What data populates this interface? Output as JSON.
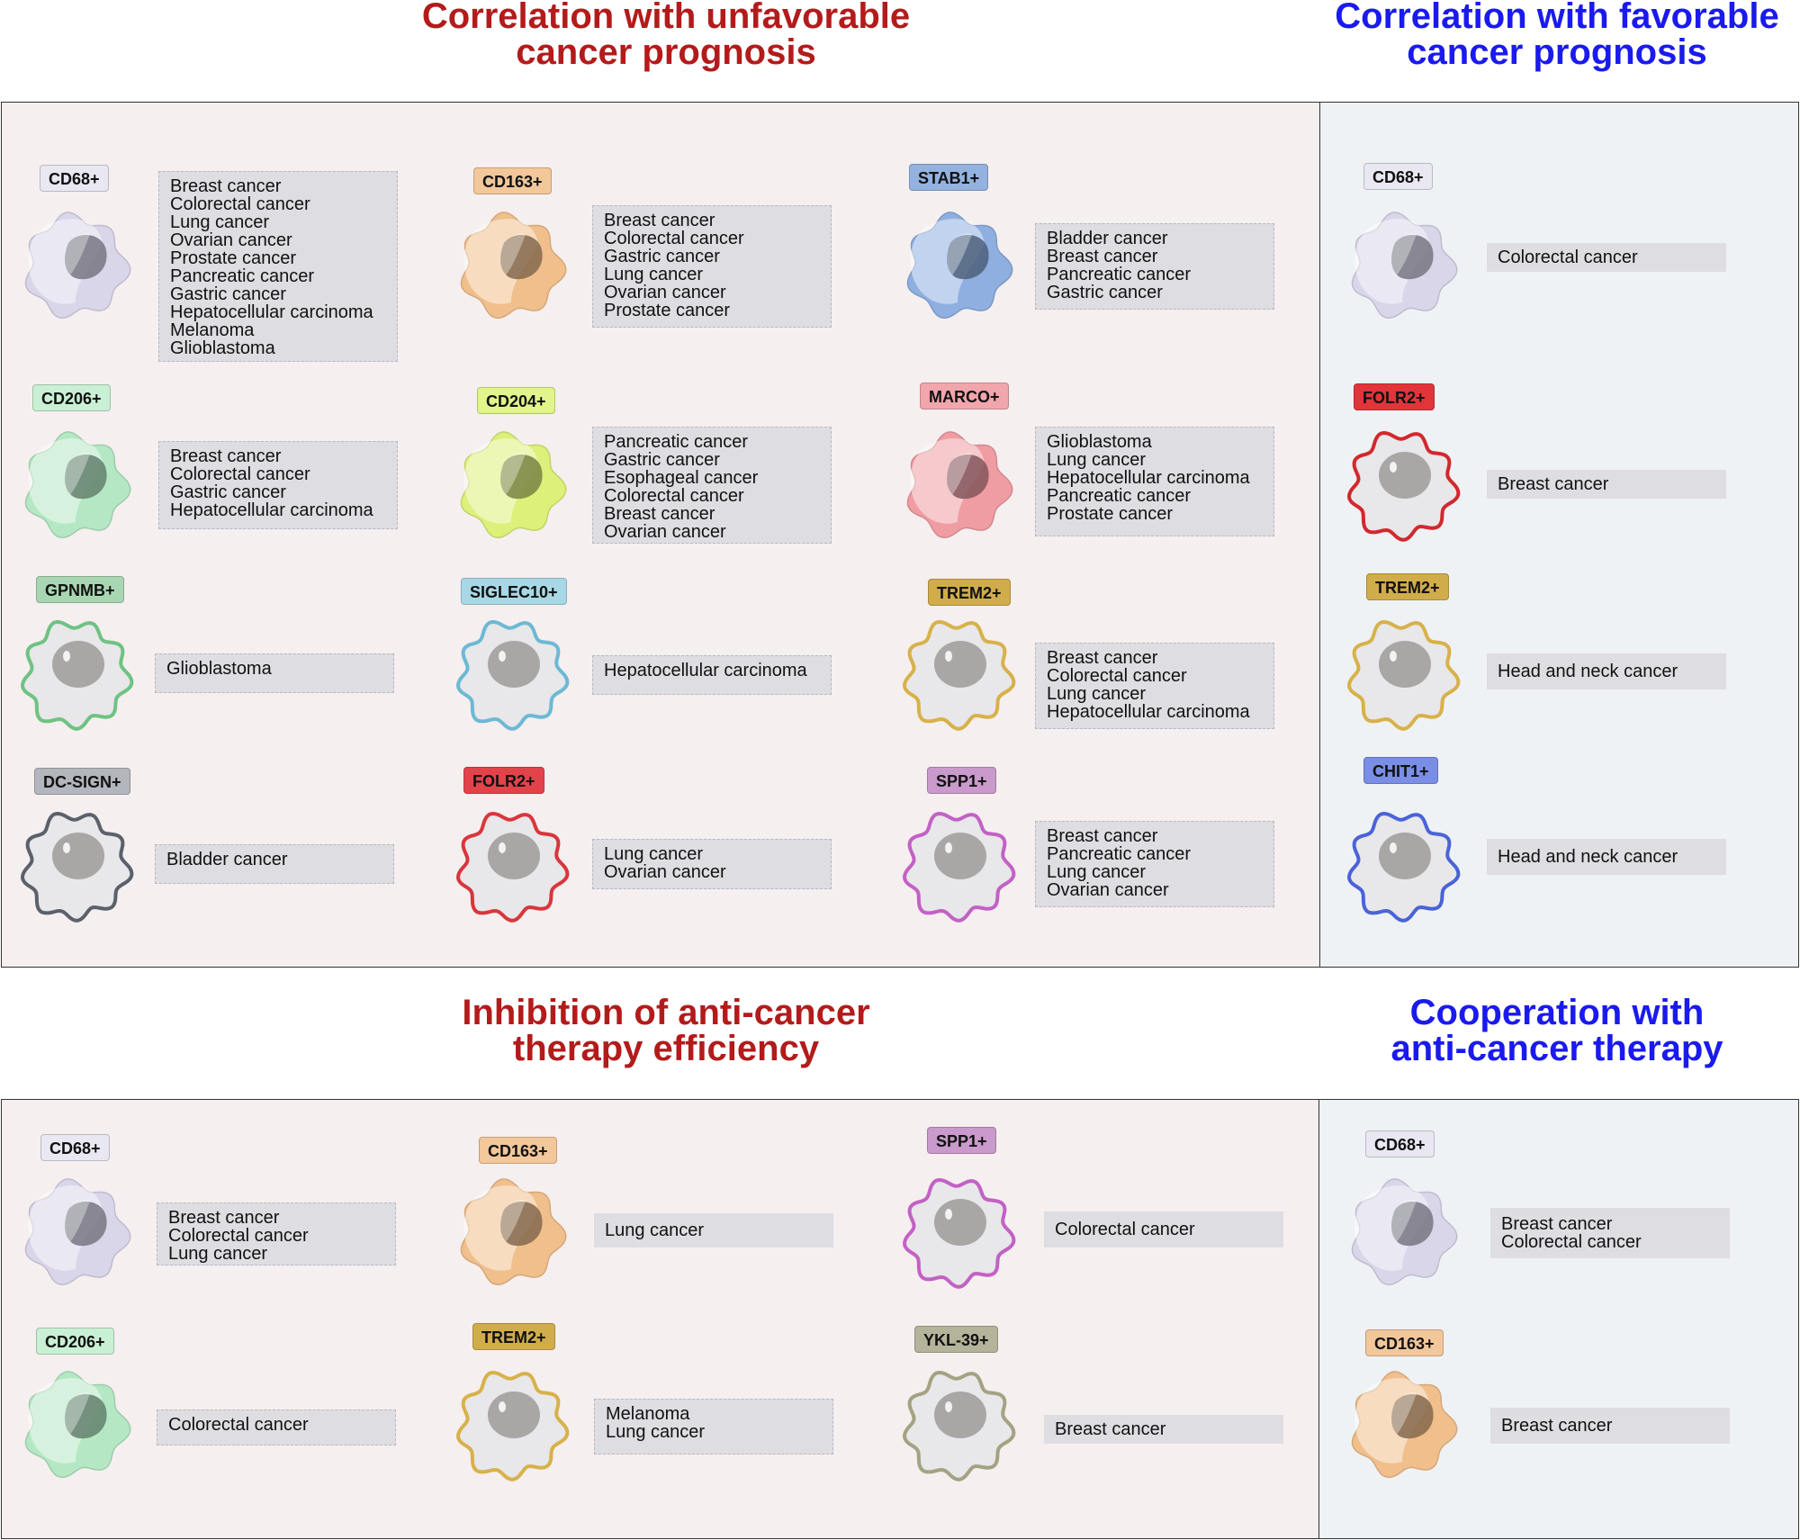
{
  "headings": [
    {
      "key": "unfav",
      "lines": [
        "Correlation with unfavorable",
        "cancer prognosis"
      ],
      "color": "#b31b1b"
    },
    {
      "key": "fav",
      "lines": [
        "Correlation with favorable",
        "cancer prognosis"
      ],
      "color": "#1a1aee"
    },
    {
      "key": "inhib",
      "lines": [
        "Inhibition of anti-cancer",
        "therapy efficiency"
      ],
      "color": "#b31b1b"
    },
    {
      "key": "coop",
      "lines": [
        "Cooperation with",
        "anti-cancer therapy"
      ],
      "color": "#1a1aee"
    }
  ],
  "colors": {
    "red_panel_bg": "#f6efef",
    "blue_panel_bg": "#eff2f5",
    "cell_fill": "#e8e7e9",
    "nucleus": "#a9a6a6"
  },
  "entries": [
    {
      "id": "unfav-cd68",
      "section": "unfav",
      "marker": "CD68+",
      "style": "m1",
      "color": "#d9d6ea",
      "tag_bg": "#e9e8f2",
      "cancers": [
        "Breast cancer",
        "Colorectal cancer",
        "Lung cancer",
        "Ovarian cancer",
        "Prostate cancer",
        "Pancreatic cancer",
        "Gastric cancer",
        "Hepatocellular carcinoma",
        "Melanoma",
        "Glioblastoma"
      ]
    },
    {
      "id": "unfav-cd206",
      "section": "unfav",
      "marker": "CD206+",
      "style": "m1",
      "color": "#b4e8c4",
      "tag_bg": "#c9f0d4",
      "cancers": [
        "Breast cancer",
        "Colorectal cancer",
        "Gastric cancer",
        "Hepatocellular carcinoma"
      ]
    },
    {
      "id": "unfav-gpnmb",
      "section": "unfav",
      "marker": "GPNMB+",
      "style": "outline",
      "color": "#6fc283",
      "tag_bg": "#a9d6b2",
      "cancers": [
        "Glioblastoma"
      ]
    },
    {
      "id": "unfav-dcsign",
      "section": "unfav",
      "marker": "DC-SIGN+",
      "style": "outline",
      "color": "#5a616b",
      "tag_bg": "#b3b6bc",
      "cancers": [
        "Bladder  cancer"
      ]
    },
    {
      "id": "unfav-cd163",
      "section": "unfav",
      "marker": "CD163+",
      "style": "m1",
      "color": "#f0bf8c",
      "tag_bg": "#f2c79a",
      "cancers": [
        "Breast cancer",
        "Colorectal cancer",
        "Gastric cancer",
        "Lung cancer",
        "Ovarian cancer",
        "Prostate cancer"
      ]
    },
    {
      "id": "unfav-cd204",
      "section": "unfav",
      "marker": "CD204+",
      "style": "m1",
      "color": "#dcf07a",
      "tag_bg": "#e2f58a",
      "cancers": [
        "Pancreatic cancer",
        "Gastric cancer",
        "Esophageal  cancer",
        "Colorectal cancer",
        "Breast cancer",
        "Ovarian cancer"
      ]
    },
    {
      "id": "unfav-siglec10",
      "section": "unfav",
      "marker": "SIGLEC10+",
      "style": "outline",
      "color": "#6cb9d4",
      "tag_bg": "#a8d8e6",
      "cancers": [
        "Hepatocellular carcinoma"
      ]
    },
    {
      "id": "unfav-folr2",
      "section": "unfav",
      "marker": "FOLR2+",
      "style": "outline",
      "color": "#d8363c",
      "tag_bg": "#e2434a",
      "cancers": [
        "Lung cancer",
        "Ovarian cancer"
      ]
    },
    {
      "id": "unfav-stab1",
      "section": "unfav",
      "marker": "STAB1+",
      "style": "m1",
      "color": "#8eafe0",
      "tag_bg": "#93b2df",
      "cancers": [
        "Bladder  cancer",
        "Breast cancer",
        "Pancreatic cancer",
        "Gastric cancer"
      ]
    },
    {
      "id": "unfav-marco",
      "section": "unfav",
      "marker": "MARCO+",
      "style": "m1",
      "color": "#ef9da3",
      "tag_bg": "#f0a6ac",
      "cancers": [
        "Glioblastoma",
        "Lung cancer",
        "Hepatocellular carcinoma",
        "Pancreatic cancer",
        "Prostate cancer"
      ]
    },
    {
      "id": "unfav-trem2",
      "section": "unfav",
      "marker": "TREM2+",
      "style": "outline",
      "color": "#d7b14a",
      "tag_bg": "#d1ac4b",
      "cancers": [
        "Breast cancer",
        "Colorectal cancer",
        "Lung cancer",
        "Hepatocellular carcinoma"
      ]
    },
    {
      "id": "unfav-spp1",
      "section": "unfav",
      "marker": "SPP1+",
      "style": "outline",
      "color": "#c261c6",
      "tag_bg": "#c99acb",
      "cancers": [
        "Breast cancer",
        "Pancreatic cancer",
        "Lung cancer",
        "Ovarian cancer"
      ]
    },
    {
      "id": "fav-cd68",
      "section": "fav",
      "marker": "CD68+",
      "style": "m1",
      "color": "#d9d6ea",
      "tag_bg": "#e9e8f2",
      "cancers": [
        "Colorectal cancer"
      ]
    },
    {
      "id": "fav-folr2",
      "section": "fav",
      "marker": "FOLR2+",
      "style": "outline",
      "color": "#d2282e",
      "tag_bg": "#e2343b",
      "cancers": [
        "Breast cancer"
      ]
    },
    {
      "id": "fav-trem2",
      "section": "fav",
      "marker": "TREM2+",
      "style": "outline",
      "color": "#d7b14a",
      "tag_bg": "#d1ac4b",
      "cancers": [
        "Head and neck cancer"
      ]
    },
    {
      "id": "fav-chit1",
      "section": "fav",
      "marker": "CHIT1+",
      "style": "outline",
      "color": "#4a63d8",
      "tag_bg": "#7b8ee6",
      "cancers": [
        "Head and neck cancer"
      ]
    },
    {
      "id": "inhib-cd68",
      "section": "inhib",
      "marker": "CD68+",
      "style": "m1",
      "color": "#d9d6ea",
      "tag_bg": "#e9e8f2",
      "cancers": [
        "Breast cancer",
        "Colorectal cancer",
        "Lung cancer"
      ]
    },
    {
      "id": "inhib-cd206",
      "section": "inhib",
      "marker": "CD206+",
      "style": "m1",
      "color": "#b4e8c4",
      "tag_bg": "#c9f0d4",
      "cancers": [
        "Colorectal cancer"
      ]
    },
    {
      "id": "inhib-cd163",
      "section": "inhib",
      "marker": "CD163+",
      "style": "m1",
      "color": "#f0bf8c",
      "tag_bg": "#f2c79a",
      "cancers": [
        "Lung cancer"
      ]
    },
    {
      "id": "inhib-trem2",
      "section": "inhib",
      "marker": "TREM2+",
      "style": "outline",
      "color": "#d7b14a",
      "tag_bg": "#d1ac4b",
      "cancers": [
        "Melanoma",
        "Lung cancer"
      ]
    },
    {
      "id": "inhib-spp1",
      "section": "inhib",
      "marker": "SPP1+",
      "style": "outline",
      "color": "#c261c6",
      "tag_bg": "#c99acb",
      "cancers": [
        "Colorectal cancer"
      ]
    },
    {
      "id": "inhib-ykl39",
      "section": "inhib",
      "marker": "YKL-39+",
      "style": "outline",
      "color": "#a3a283",
      "tag_bg": "#b5b39a",
      "cancers": [
        "Breast cancer"
      ]
    },
    {
      "id": "coop-cd68",
      "section": "coop",
      "marker": "CD68+",
      "style": "m1",
      "color": "#d9d6ea",
      "tag_bg": "#e9e8f2",
      "cancers": [
        "Breast cancer",
        "Colorectal cancer"
      ]
    },
    {
      "id": "coop-cd163",
      "section": "coop",
      "marker": "CD163+",
      "style": "m1",
      "color": "#f0bf8c",
      "tag_bg": "#f2c79a",
      "cancers": [
        "Breast cancer"
      ]
    }
  ]
}
